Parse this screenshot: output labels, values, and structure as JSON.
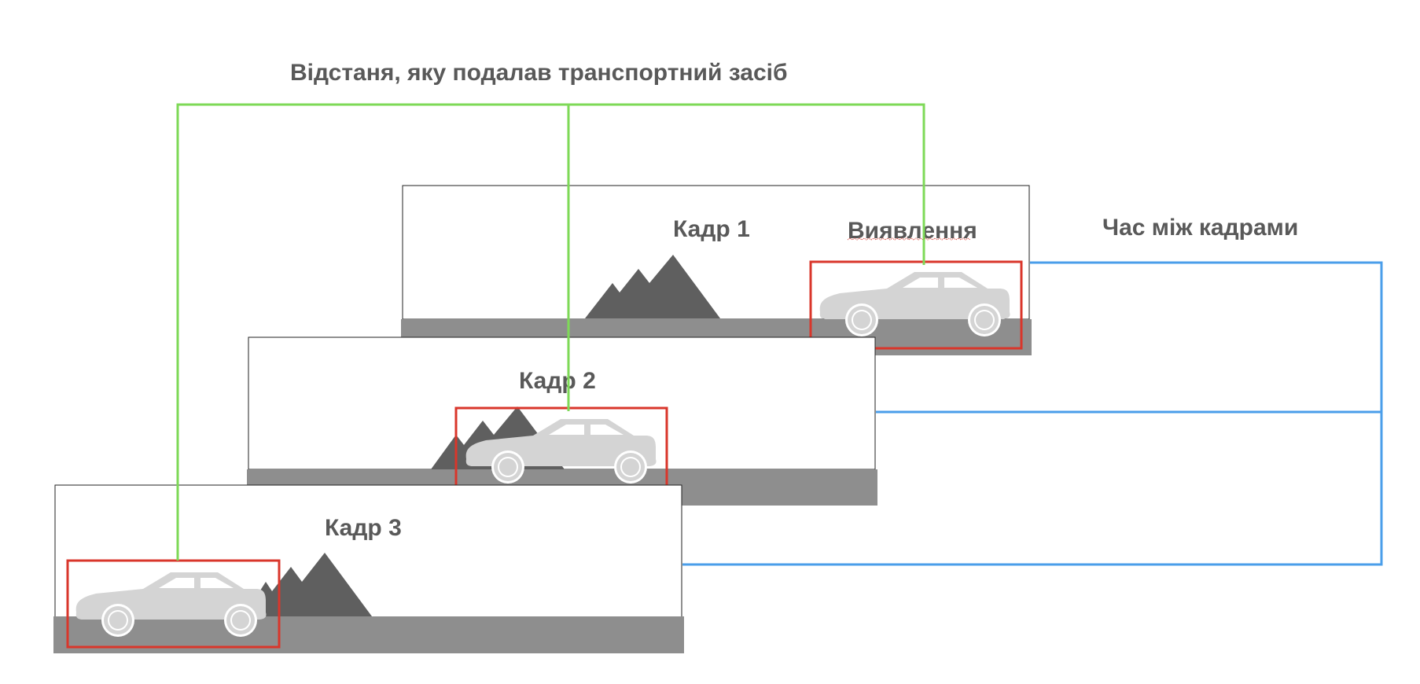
{
  "title": "Відстаня, яку подалав транспортний засіб",
  "frames": [
    {
      "label": "Кадр 1"
    },
    {
      "label": "Кадр 2"
    },
    {
      "label": "Кадр 3"
    }
  ],
  "detection_label": "Виявлення",
  "time_label": "Час між кадрами",
  "colors": {
    "distance_line": "#7ed957",
    "time_line": "#4a9eea",
    "detection_box": "#d9362b",
    "ground": "#8e8e8e",
    "mountain": "#5f5f5f",
    "car": "#d4d4d4",
    "text": "#595959"
  },
  "icons": [
    "car-icon",
    "mountain-icon"
  ]
}
